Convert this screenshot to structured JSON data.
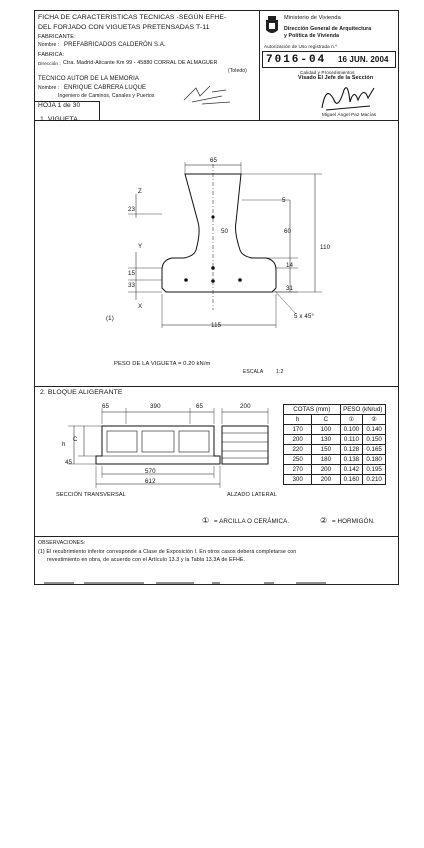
{
  "header": {
    "title_line1": "FICHA DE CARACTERISTICAS TECNICAS -SEGÚN EFHE-",
    "title_line2": "DEL FORJADO CON VIGUETAS PRETENSADAS  T-11",
    "fabricante_label": "FABRICANTE:",
    "nombre_label": "Nombre :",
    "nombre_value": "PREFABRICADOS CALDERÓN S.A.",
    "fabrica_label": "FABRICA:",
    "direccion_label": "Dirección :",
    "direccion_value": "Ctra. Madrid-Alicante Km 99 - 45880 CORRAL DE ALMAGUER",
    "direccion_region": "(Toledo)",
    "tecnico_label": "TECNICO AUTOR DE LA MEMORIA",
    "tecnico_nombre_label": "Nombre :",
    "tecnico_nombre_value": "ENRIQUE CABRERA LUQUE",
    "tecnico_titulo": "Ingeniero de Caminos, Canales y Puertos",
    "hoja": "HOJA  1  de  30"
  },
  "stamp": {
    "ministry": "Ministerio de Vivienda",
    "direccion_line1": "Dirección General de Arquitectura",
    "direccion_line2": "y Política de Vivienda",
    "autorizacion": "Autorización de Uso registrada n.º",
    "number": "7016-04",
    "date": "16 JUN. 2004",
    "sub": "Calidad y Procedimientos",
    "visado": "Visado El Jefe de la Sección",
    "signer": "Miguel Ángel Paz Macías"
  },
  "section1": {
    "title": "1.  VIGUETA",
    "dims": {
      "top_width": "65",
      "d5": "5",
      "d50": "50",
      "d60": "60",
      "d110": "110",
      "d14": "14",
      "d31": "31",
      "d23": "23",
      "d15": "15",
      "d33": "33",
      "bottom_width": "115",
      "chamfer": "5 x 45°",
      "label_z": "Z",
      "label_y": "Y",
      "label_x": "X",
      "note_ref": "(1)"
    },
    "peso": "PESO DE LA VIGUETA = 0.20 kN/m",
    "escala_label": "ESCALA",
    "escala_value": "1:2"
  },
  "section2": {
    "title": "2.  BLOQUE ALIGERANTE",
    "dims": {
      "d65a": "65",
      "d390": "390",
      "d65b": "65",
      "d200": "200",
      "h": "h",
      "c": "C",
      "d45": "45",
      "d570": "570",
      "d612": "612"
    },
    "seccion_label": "SECCIÓN TRANSVERSAL",
    "alzado_label": "ALZADO LATERAL",
    "table": {
      "header_cotas": "COTAS (mm)",
      "header_peso": "PESO (kN/ud)",
      "sub_h": "h",
      "sub_c": "C",
      "sub_1": "①",
      "sub_2": "②",
      "rows": [
        [
          "170",
          "100",
          "0.100",
          "0.140"
        ],
        [
          "200",
          "130",
          "0.110",
          "0.150"
        ],
        [
          "220",
          "150",
          "0.128",
          "0.165"
        ],
        [
          "250",
          "180",
          "0.138",
          "0.180"
        ],
        [
          "270",
          "200",
          "0.142",
          "0.195"
        ],
        [
          "300",
          "200",
          "0.160",
          "0.210"
        ]
      ]
    },
    "legend_1_num": "①",
    "legend_1_text": "= ARCILLA O CERÁMICA.",
    "legend_2_num": "②",
    "legend_2_text": "= HORMIGÓN."
  },
  "observaciones": {
    "label": "OBSERVACIONES:",
    "line1": "(1) El recubrimiento inferior corresponde a Clase de Exposición I. En otros casos deberá completarse con",
    "line2": "revestimiento en obra, de acuerdo con el Artículo 13.3 y la Tabla 13.3A de EFHE."
  }
}
